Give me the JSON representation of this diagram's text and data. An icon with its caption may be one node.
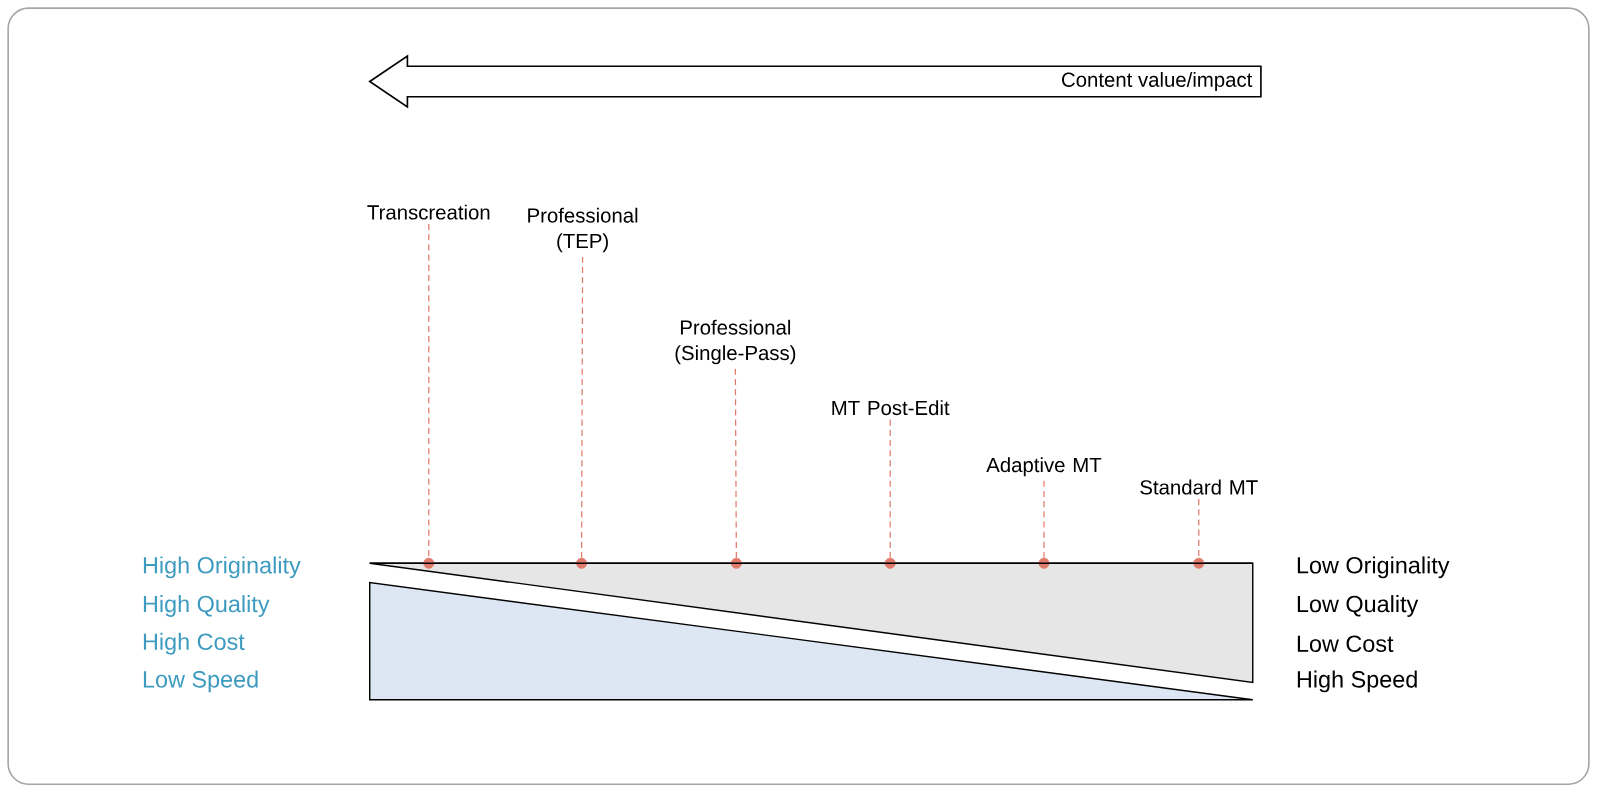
{
  "diagram": {
    "nodes": [
      {
        "text": [
          "Transcreation"
        ]
      },
      {
        "text": [
          "Professional (TEP)"
        ]
      },
      {
        "text": [
          "Professional (Single-Pass)"
        ]
      },
      {
        "text": [
          "MT Post-Edit"
        ]
      },
      {
        "text": [
          "Adaptive MT"
        ]
      },
      {
        "text": [
          "Standard MT"
        ]
      },
      {
        "text": [],
        "shape": "circle"
      },
      {
        "text": [],
        "shape": "circle"
      },
      {
        "text": [],
        "shape": "circle"
      },
      {
        "text": [],
        "shape": "circle"
      },
      {
        "text": [],
        "shape": "circle"
      },
      {
        "text": [],
        "shape": "circle"
      }
    ],
    "edges": [
      {
        "from": 0,
        "to": 6,
        "arrow": "none",
        "style": "dashed"
      },
      {
        "from": 1,
        "to": 7,
        "arrow": "none",
        "style": "dashed"
      },
      {
        "from": 2,
        "to": 8,
        "arrow": "none",
        "style": "dashed"
      },
      {
        "from": 3,
        "to": 9,
        "arrow": "none",
        "style": "dashed"
      },
      {
        "from": 4,
        "to": 10,
        "arrow": "none",
        "style": "dashed"
      },
      {
        "from": 5,
        "to": 11,
        "arrow": "none",
        "style": "dashed"
      }
    ],
    "labels": [
      "Content value/impact",
      "High Originality",
      "Low Originality",
      "High Quality",
      "Low Quality",
      "High Cost",
      "Low Cost",
      "Low Speed",
      "High Speed"
    ]
  }
}
